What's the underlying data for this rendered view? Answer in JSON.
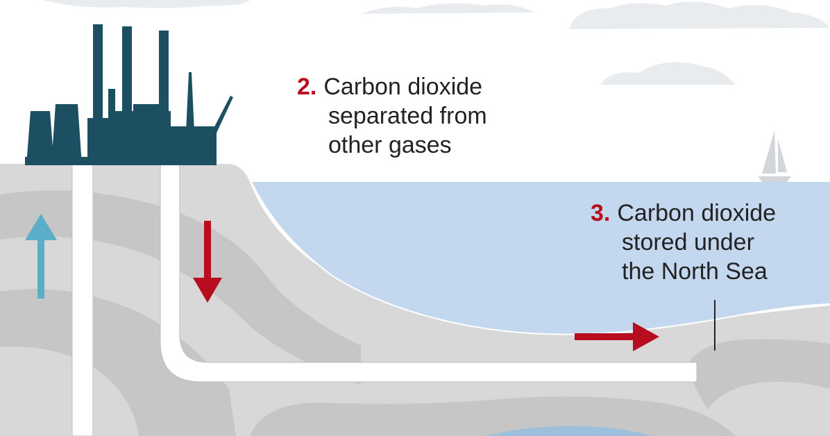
{
  "steps": [
    {
      "number": "2.",
      "lines": [
        "Carbon dioxide",
        "separated from",
        "other gases"
      ]
    },
    {
      "number": "3.",
      "lines": [
        "Carbon dioxide",
        "stored under",
        "the North Sea"
      ]
    }
  ],
  "colors": {
    "sky": "#ffffff",
    "clouds": "#e9ecef",
    "ground_light": "#d8d8d8",
    "ground_dark": "#c6c6c6",
    "sea": "#c3d8ee",
    "plant": "#1d4f63",
    "pipe": "#ffffff",
    "arrow_red": "#b80d1e",
    "arrow_blue": "#5aaec8",
    "number_red": "#b80d1e",
    "text": "#222222"
  },
  "icons": [
    "power-plant-icon",
    "sailboat-icon",
    "up-arrow-icon",
    "down-arrow-icon",
    "right-arrow-icon"
  ]
}
